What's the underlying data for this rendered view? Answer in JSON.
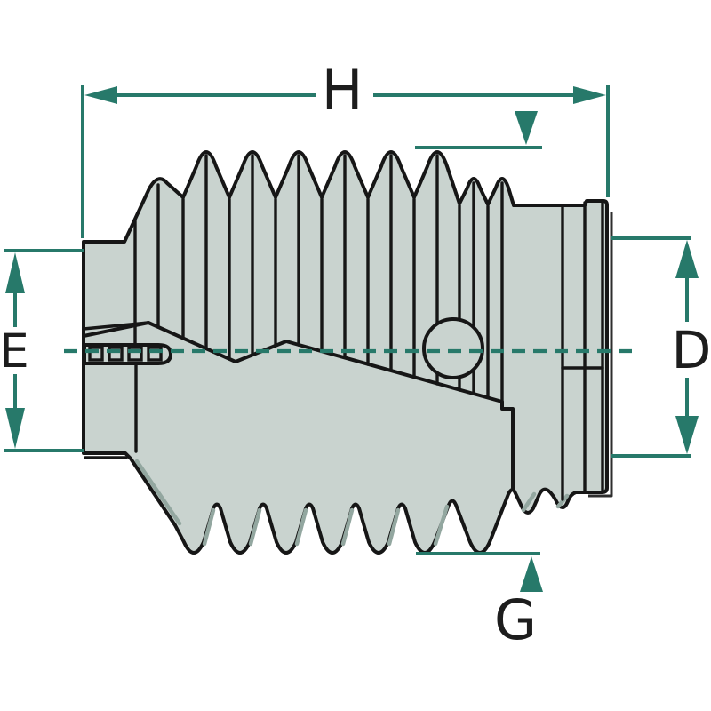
{
  "diagram": {
    "dimension_labels": {
      "h": "H",
      "e": "E",
      "d": "D",
      "g": "G"
    },
    "colors": {
      "background": "#ffffff",
      "body_fill": "#c9d3cf",
      "outline": "#161616",
      "shade": "#93a7a0",
      "dimension": "#27796a",
      "label": "#1d1d1d"
    }
  }
}
